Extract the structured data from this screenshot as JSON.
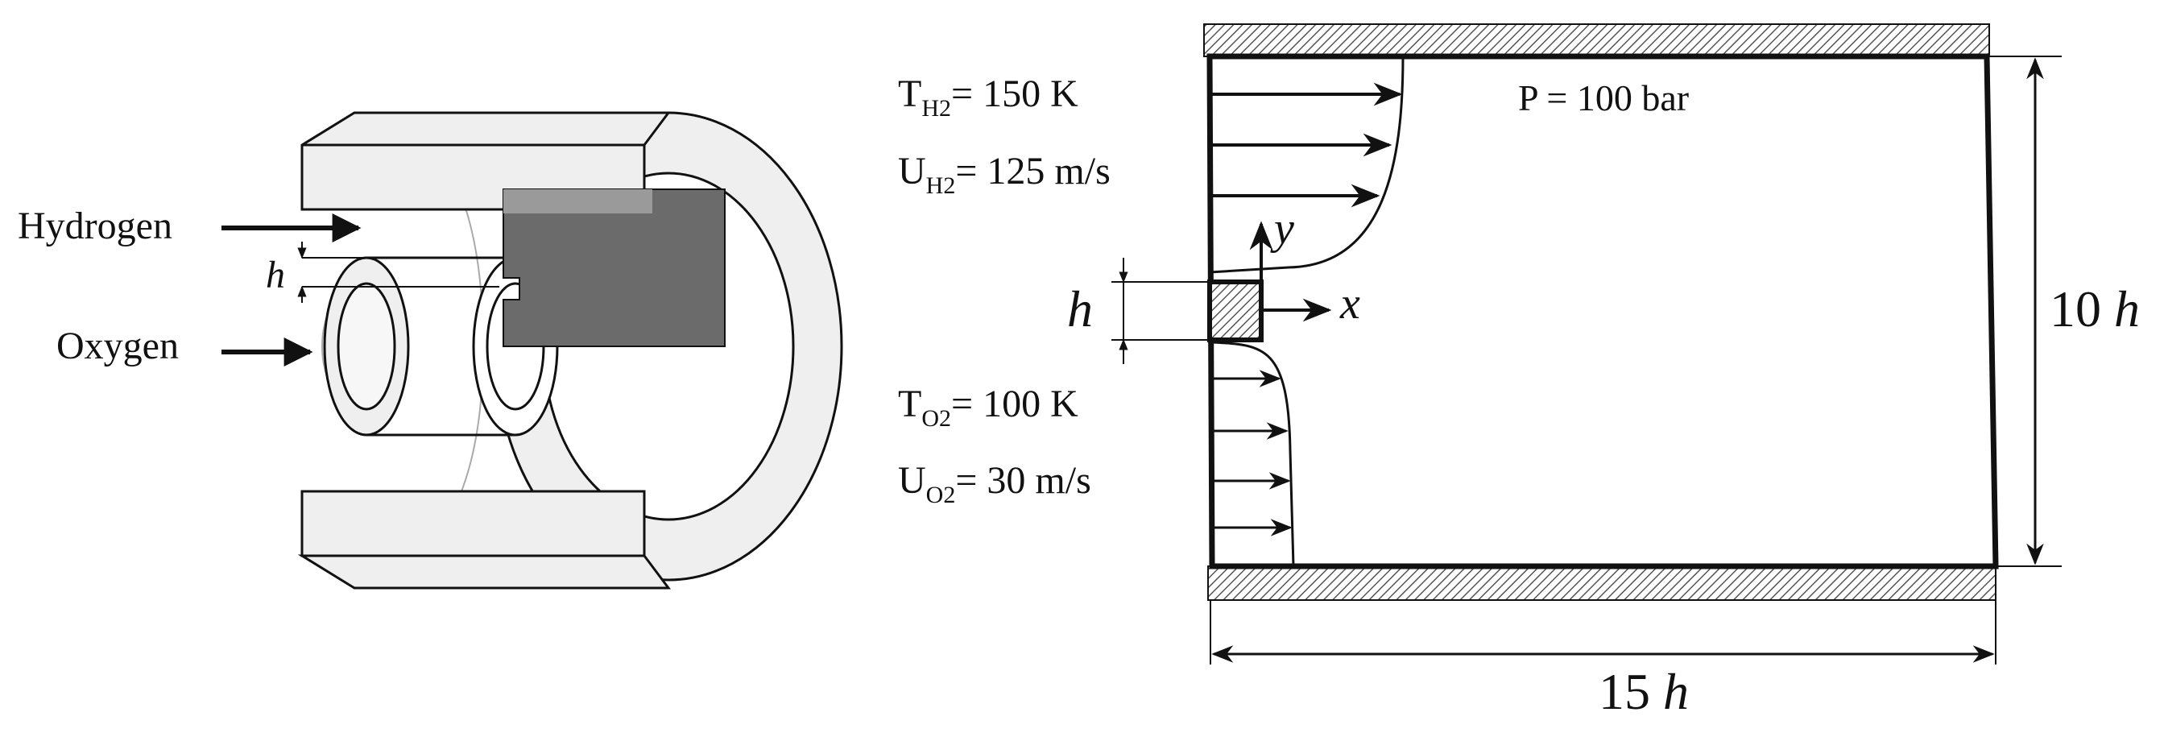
{
  "injector": {
    "hydrogen_label": "Hydrogen",
    "oxygen_label": "Oxygen",
    "h_label": "h"
  },
  "conditions": {
    "h2_temp": {
      "sym": "T",
      "sub": "H2",
      "text": "= 150 K"
    },
    "h2_vel": {
      "sym": "U",
      "sub": "H2",
      "text": "= 125 m/s"
    },
    "o2_temp": {
      "sym": "T",
      "sub": "O2",
      "text": "= 100 K"
    },
    "o2_vel": {
      "sym": "U",
      "sub": "O2",
      "text": "= 30 m/s"
    },
    "pressure": "P = 100 bar"
  },
  "domain": {
    "x_axis": "x",
    "y_axis": "y",
    "lip_height_label": "h",
    "height_value": "10",
    "length_value": "15",
    "dimension_unit": "h"
  },
  "colors": {
    "outline": "#111111",
    "light_fill": "#efefef",
    "cut_fill": "#6b6b6b",
    "hatch_fill": "#555555"
  }
}
